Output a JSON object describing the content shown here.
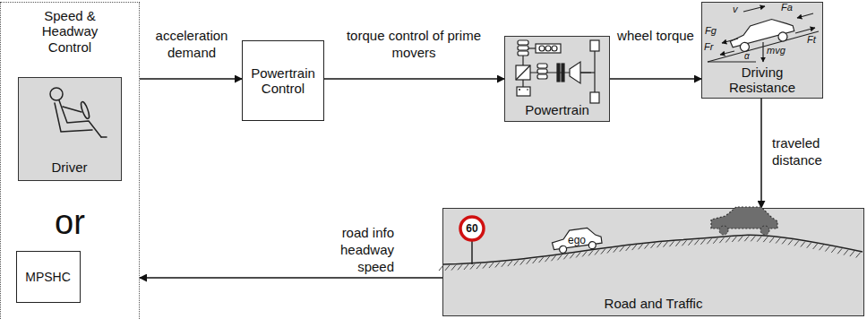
{
  "diagram": {
    "nodes": [
      {
        "text": [
          "Speed & Headway Control",
          "or"
        ]
      },
      {
        "text": [
          "Driver"
        ],
        "in": 0
      },
      {
        "text": [
          "MPSHC"
        ],
        "in": 0
      },
      {
        "text": [
          "Powertrain Control"
        ]
      },
      {
        "text": [
          "Powertrain"
        ]
      },
      {
        "text": [
          "Driving Resistance"
        ]
      },
      {
        "text": [
          "Road and Traffic"
        ]
      }
    ],
    "edges": [
      {
        "from": 0,
        "to": 3,
        "label": "acceleration demand",
        "arrow": "to"
      },
      {
        "from": 3,
        "to": 4,
        "label": "torque control of prime movers",
        "arrow": "to"
      },
      {
        "from": 4,
        "to": 5,
        "label": "wheel torque",
        "arrow": "to"
      },
      {
        "from": 5,
        "to": 6,
        "label": "traveled distance",
        "arrow": "to"
      },
      {
        "from": 6,
        "to": 0,
        "label": "road info headway speed",
        "arrow": "to"
      }
    ],
    "labels": [
      "v",
      "Fa",
      "Ft",
      "Fg",
      "Fr",
      "α",
      "mvg",
      "60",
      "ego"
    ]
  }
}
